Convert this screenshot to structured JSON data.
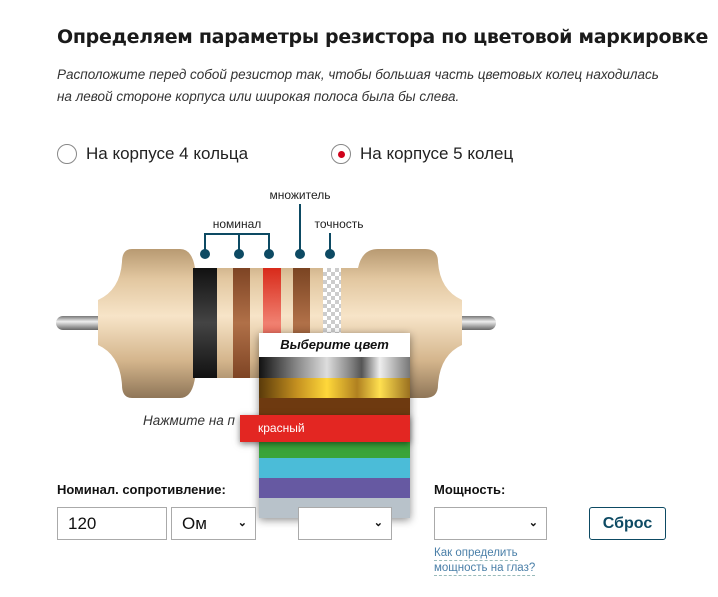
{
  "title": "Определяем параметры резистора по цветовой маркировке",
  "description": "Расположите перед собой резистор так, чтобы большая часть цветовых колец находилась на левой стороне корпуса или широкая полоса была бы слева.",
  "radios": [
    {
      "label": "На корпусе 4 кольца",
      "checked": false
    },
    {
      "label": "На корпусе 5 колец",
      "checked": true
    }
  ],
  "band_labels": {
    "nominal": "номинал",
    "multiplier": "множитель",
    "tolerance": "точность"
  },
  "bands": [
    {
      "color": "#1a1a1a"
    },
    {
      "color": "#9a5a34"
    },
    {
      "color": "#e03a2a"
    },
    {
      "color": "#8f5330"
    },
    {
      "color": "transparent"
    }
  ],
  "hint": "Нажмите на п",
  "palette": {
    "header": "Выберите цвет",
    "selected_label": "красный",
    "colors": [
      "silver",
      "gold",
      "brown",
      "red",
      "green",
      "blue",
      "violet",
      "gray"
    ]
  },
  "form": {
    "nominal_label": "Номинал. сопротивление:",
    "nominal_value": "120",
    "unit": "Ом",
    "power_label": "Мощность:",
    "power_value": "",
    "reset": "Сброс",
    "power_link_1": "Как определить",
    "power_link_2": "мощность на глаз?"
  }
}
